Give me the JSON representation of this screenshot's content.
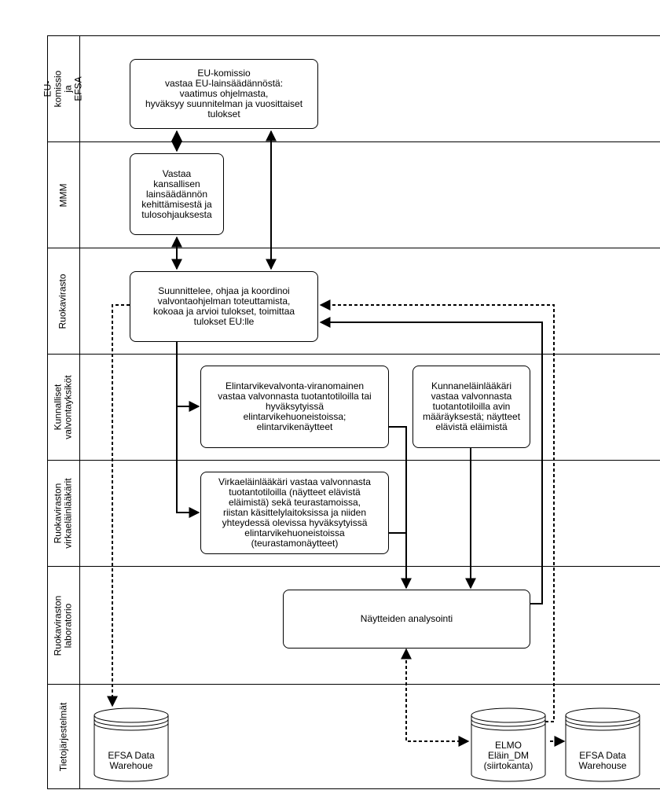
{
  "lanes": [
    {
      "label": "EU-komissio ja\nEFSA"
    },
    {
      "label": "MMM"
    },
    {
      "label": "Ruokavirasto"
    },
    {
      "label": "Kunnalliset\nvalvontayksiköt"
    },
    {
      "label": "Ruokaviraston\nvirkaeläinlääkärit"
    },
    {
      "label": "Ruokaviraston\nlaboratorio"
    },
    {
      "label": "Tietojärjestelmät"
    }
  ],
  "boxes": {
    "eu": "EU-komissio\nvastaa EU-lainsäädännöstä:\nvaatimus ohjelmasta,\nhyväksyy suunnitelman ja vuosittaiset\ntulokset",
    "mmm": "Vastaa\nkansallisen\nlainsäädännön\nkehittämisestä ja\ntulosohjauksesta",
    "ruokavirasto": "Suunnittelee, ohjaa ja koordinoi\nvalvontaohjelman toteuttamista,\nkokoaa ja arvioi tulokset, toimittaa\ntulokset EU:lle",
    "elintarvike": "Elintarvikevalvonta-viranomainen\nvastaa valvonnasta tuotantotiloilla tai\nhyväksytyissä\nelintarvikehuoneistoissa;\nelintarvikenäytteet",
    "kunnan": "Kunnaneläinlääkäri\nvastaa valvonnasta\ntuotantotiloilla avin\nmääräyksestä; näytteet\nelävistä eläimistä",
    "virka": "Virkaeläinlääkäri vastaa valvonnasta\ntuotantotiloilla (näytteet elävistä\neläimistä) sekä teurastamoissa,\nriistan käsittelylaitoksissa ja niiden\nyhteydessä olevissa hyväksytyissä\nelintarvikehuoneistoissa\n(teurastamonäytteet)",
    "lab": "Näytteiden analysointi"
  },
  "databases": {
    "efsa1": "EFSA Data\nWarehoue",
    "elmo": "ELMO\nEläin_DM\n(siirtokanta)",
    "efsa2": "EFSA Data\nWarehouse"
  }
}
